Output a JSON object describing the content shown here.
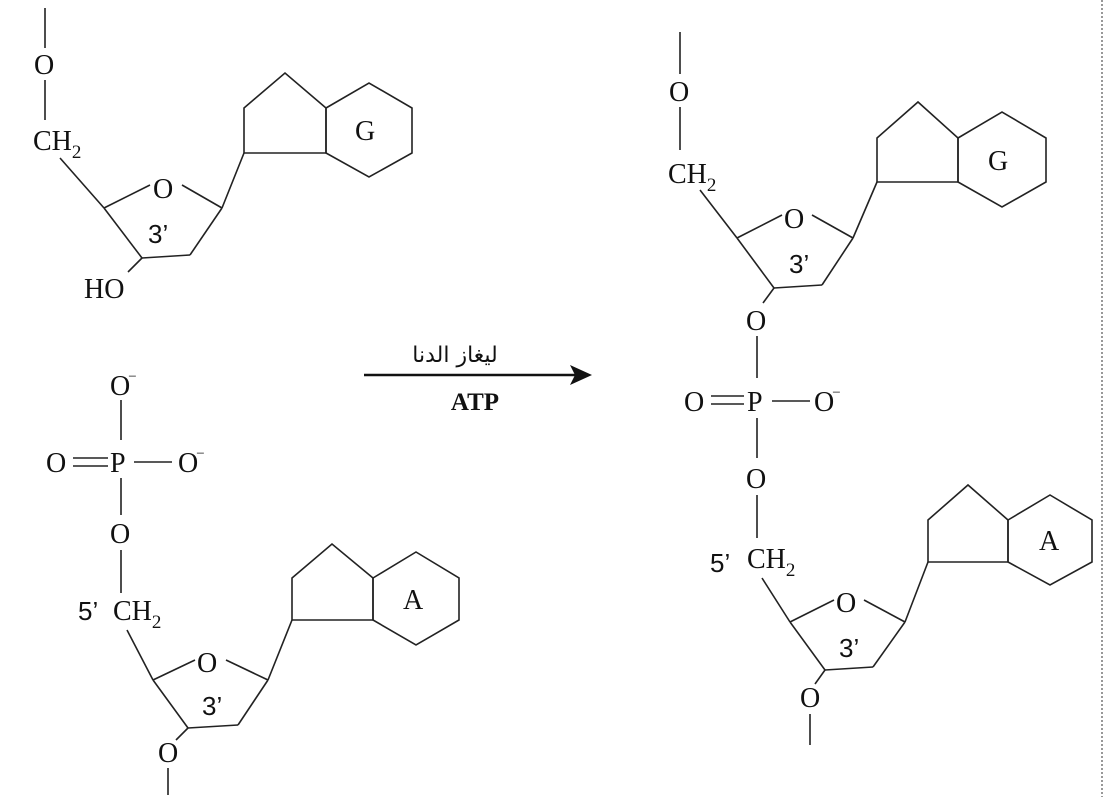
{
  "atoms": {
    "o": "O",
    "ch": "CH",
    "sub2": "2",
    "ho": "HO",
    "p": "P",
    "minus": "−",
    "eq": "="
  },
  "bases": {
    "g": "G",
    "a": "A"
  },
  "positions": {
    "p3": "3’",
    "p5": "5’"
  },
  "reaction": {
    "enzyme": "ليغاز الدنا",
    "cofactor": "ATP"
  }
}
